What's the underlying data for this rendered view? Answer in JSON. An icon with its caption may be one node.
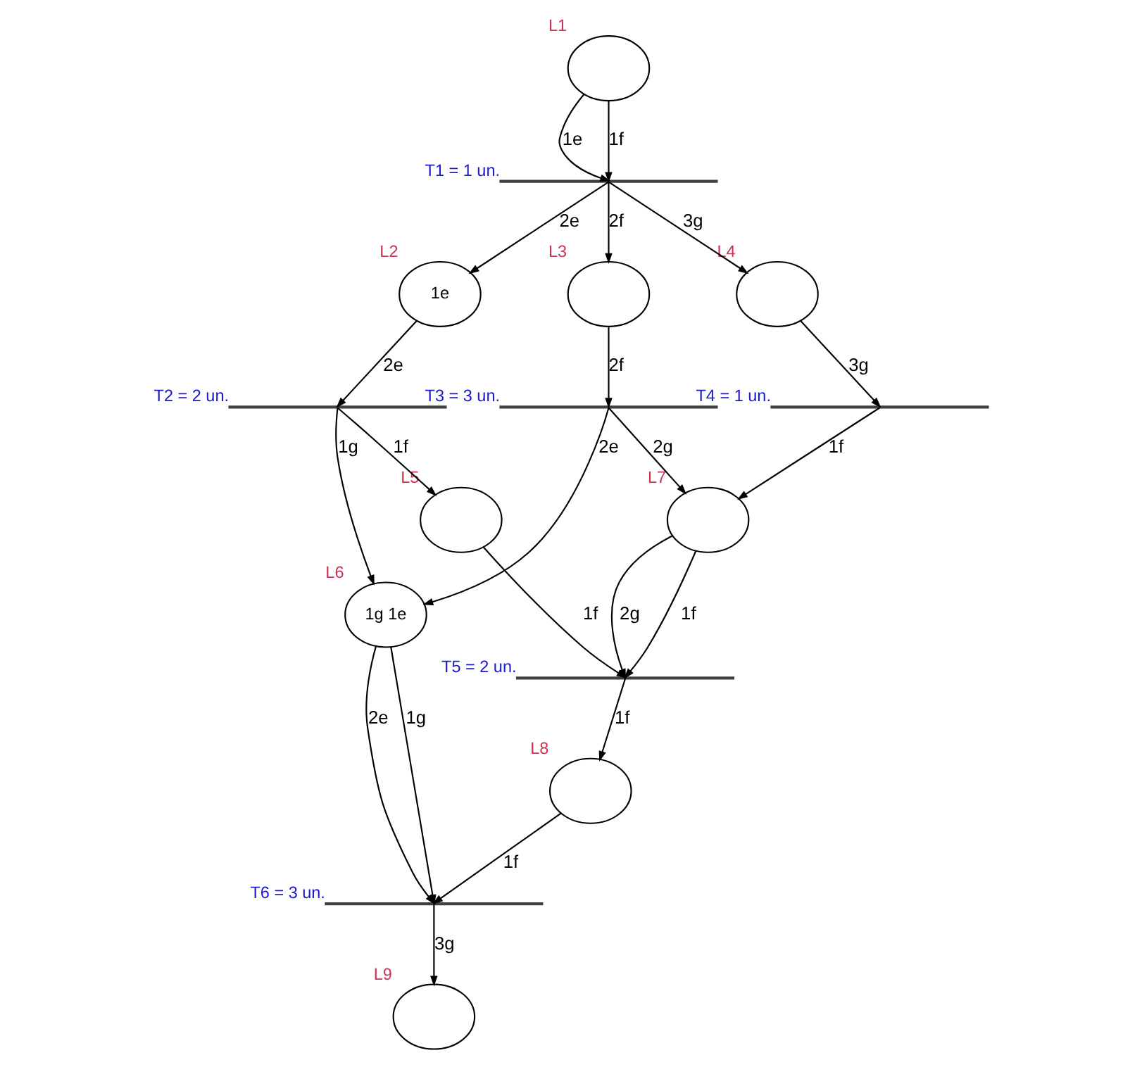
{
  "diagram": {
    "nodes": [
      {
        "text": [],
        "shape": "circle",
        "beside": [
          "L1"
        ]
      },
      {
        "text": [],
        "shape": "bar",
        "beside": [
          "T1 = 1 un."
        ]
      },
      {
        "text": [
          "1e"
        ],
        "beside": [
          "L2"
        ]
      },
      {
        "text": [],
        "shape": "circle",
        "beside": [
          "L3"
        ]
      },
      {
        "text": [],
        "shape": "circle",
        "beside": [
          "L4"
        ]
      },
      {
        "text": [],
        "shape": "bar",
        "beside": [
          "T2 = 2 un."
        ]
      },
      {
        "text": [],
        "shape": "bar",
        "beside": [
          "T3 = 3 un."
        ]
      },
      {
        "text": [],
        "shape": "bar",
        "beside": [
          "T4 = 1 un."
        ]
      },
      {
        "text": [],
        "shape": "circle",
        "beside": [
          "L5"
        ]
      },
      {
        "text": [],
        "shape": "circle",
        "beside": [
          "L7"
        ]
      },
      {
        "text": [],
        "shape": "bar",
        "beside": [
          "T5 = 2 un."
        ]
      },
      {
        "text": [
          "1g 1e"
        ],
        "beside": [
          "L6"
        ]
      },
      {
        "text": [],
        "shape": "circle",
        "beside": [
          "L8"
        ]
      },
      {
        "text": [],
        "shape": "bar",
        "beside": [
          "T6 = 3 un."
        ]
      },
      {
        "text": [],
        "shape": "circle",
        "beside": [
          "L9"
        ]
      }
    ],
    "edges": [
      {
        "from": 0,
        "to": 1,
        "arrow": "to",
        "label": "1e"
      },
      {
        "from": 0,
        "to": 1,
        "arrow": "to",
        "label": "1f"
      },
      {
        "from": 1,
        "to": 2,
        "arrow": "to",
        "label": "2e"
      },
      {
        "from": 1,
        "to": 3,
        "arrow": "to",
        "label": "2f"
      },
      {
        "from": 1,
        "to": 4,
        "arrow": "to",
        "label": "3g"
      },
      {
        "from": 2,
        "to": 5,
        "arrow": "to",
        "label": "2e"
      },
      {
        "from": 3,
        "to": 6,
        "arrow": "to",
        "label": "2f"
      },
      {
        "from": 4,
        "to": 7,
        "arrow": "to",
        "label": "3g"
      },
      {
        "from": 5,
        "to": 8,
        "arrow": "to",
        "label": "1f"
      },
      {
        "from": 5,
        "to": 11,
        "arrow": "to",
        "label": "1g"
      },
      {
        "from": 6,
        "to": 11,
        "arrow": "to",
        "label": "2e"
      },
      {
        "from": 6,
        "to": 9,
        "arrow": "to",
        "label": "2g"
      },
      {
        "from": 7,
        "to": 9,
        "arrow": "to",
        "label": "1f"
      },
      {
        "from": 8,
        "to": 10,
        "arrow": "to",
        "label": "1f"
      },
      {
        "from": 9,
        "to": 10,
        "arrow": "to",
        "label": "2g"
      },
      {
        "from": 9,
        "to": 10,
        "arrow": "to",
        "label": "1f"
      },
      {
        "from": 10,
        "to": 12,
        "arrow": "to",
        "label": "1f"
      },
      {
        "from": 11,
        "to": 13,
        "arrow": "to",
        "label": "1g"
      },
      {
        "from": 11,
        "to": 13,
        "arrow": "to",
        "label": "2e"
      },
      {
        "from": 12,
        "to": 13,
        "arrow": "to",
        "label": "1f"
      },
      {
        "from": 13,
        "to": 14,
        "arrow": "to",
        "label": "3g"
      }
    ]
  }
}
